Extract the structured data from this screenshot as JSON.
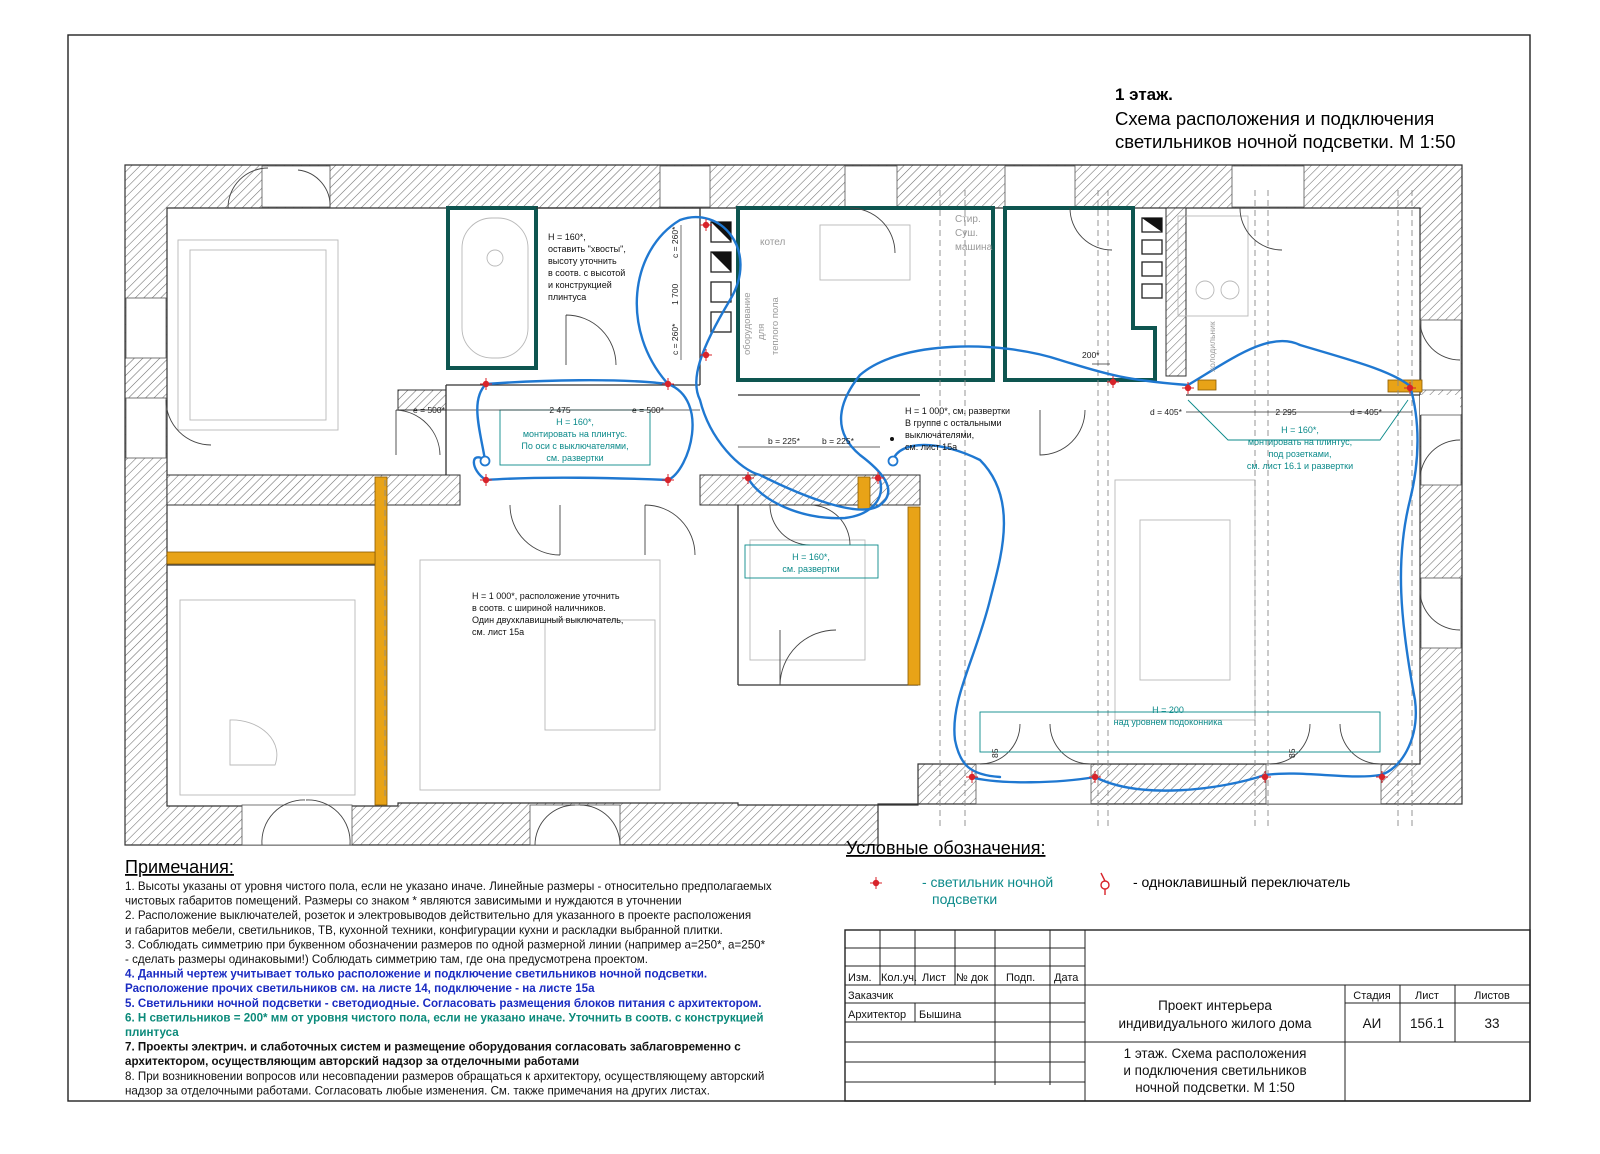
{
  "header": {
    "title_bold": "1 этаж.",
    "title_line1": "Схема расположения и подключения",
    "title_line2": "светильников ночной подсветки. М 1:50"
  },
  "plan_annotations": {
    "bath_note": [
      "H = 160*,",
      "оставить \"хвосты\",",
      "высоту уточнить",
      "в соотв. с высотой",
      "и конструкцией",
      "плинтуса"
    ],
    "corridor_note": [
      "H = 160*,",
      "монтировать на плинтус.",
      "По оси с выключателями,",
      "см. развертки"
    ],
    "hall_note": [
      "H = 1 000*, см. развертки",
      "В группе с остальными",
      "выключателями,",
      "см. лист 15а"
    ],
    "living_note": [
      "H = 160*,",
      "монтировать на плинтус,",
      "под розетками,",
      "см. лист 16.1 и развертки"
    ],
    "bedroom_note": [
      "H = 1 000*, расположение уточнить",
      "в соотв. с шириной наличников.",
      "Один двухклавишный выключатель,",
      "см. лист 15а"
    ],
    "wardrobe_note": [
      "H = 160*,",
      "см. развертки"
    ],
    "window_note": [
      "H = 200",
      "над уровнем подоконника"
    ],
    "dims": {
      "e1": "e = 500*",
      "d2475": "2 475",
      "e2": "e = 500*",
      "b1": "b = 225*",
      "b2": "b = 225*",
      "d1": "d = 405*",
      "d2295": "2 295",
      "d2": "d = 405*",
      "c1": "c = 260*",
      "v1700": "1 700",
      "c2": "c = 260*",
      "d200": "200*",
      "d85a": "85",
      "d85b": "85"
    },
    "room_labels": {
      "boiler": "котел",
      "floor_heat": [
        "оборудование",
        "для",
        "теплого пола"
      ],
      "laundry": [
        "Стир.",
        "Суш.",
        "машина"
      ],
      "fridge": "холодильник"
    }
  },
  "legend": {
    "title": "Условные обозначения:",
    "light_label": [
      "- светильник ночной",
      "подсветки"
    ],
    "switch_label": "- одноклавишный переключатель"
  },
  "notes": {
    "title": "Примечания:",
    "lines": [
      {
        "t": "1. Высоты указаны от уровня чистого пола, если не указано иначе. Линейные размеры - относительно предполагаемых",
        "s": "n"
      },
      {
        "t": "    чистовых габаритов помещений. Размеры со знаком * являются зависимыми и нуждаются в уточнении",
        "s": "n"
      },
      {
        "t": "2. Расположение выключателей, розеток и электровыводов действительно для указанного в проекте расположения",
        "s": "n"
      },
      {
        "t": "    и габаритов мебели, светильников, ТВ, кухонной техники, конфигурации кухни и раскладки выбранной плитки.",
        "s": "n"
      },
      {
        "t": "3. Соблюдать симметрию при буквенном обозначении размеров по одной размерной линии (например a=250*, a=250*",
        "s": "n"
      },
      {
        "t": "    - сделать размеры одинаковыми!) Соблюдать симметрию там, где она предусмотрена проектом.",
        "s": "n"
      },
      {
        "t": "4. Данный чертеж учитывает только расположение и подключение светильников ночной подсветки.",
        "s": "b"
      },
      {
        "t": "    Расположение прочих светильников см. на листе 14, подключение - на листе 15а",
        "s": "b"
      },
      {
        "t": "5. Светильники ночной подсветки - светодиодные. Согласовать размещения блоков питания с архитектором.",
        "s": "b"
      },
      {
        "t": "6. Н светильников = 200* мм от уровня чистого пола, если не указано иначе. Уточнить в соотв. с конструкцией",
        "s": "g"
      },
      {
        "t": "    плинтуса",
        "s": "g"
      },
      {
        "t": "7. Проекты электрич. и слаботочных систем и размещение оборудования согласовать заблаговременно с",
        "s": "k"
      },
      {
        "t": "    архитектором, осуществляющим авторский надзор за отделочными работами",
        "s": "k"
      },
      {
        "t": "8. При возникновении вопросов или несовпадении размеров обращаться к архитектору, осуществляющему авторский",
        "s": "n"
      },
      {
        "t": "    надзор за отделочными работами. Согласовать любые изменения. См. также примечания на других листах.",
        "s": "n"
      }
    ]
  },
  "title_block": {
    "col_headers": [
      "Изм.",
      "Кол.уч.",
      "Лист",
      "№ док",
      "Подп.",
      "Дата"
    ],
    "customer_label": "Заказчик",
    "architect_label": "Архитектор",
    "architect_name": "Бышина",
    "project_name": [
      "Проект интерьера",
      "индивидуального жилого дома"
    ],
    "stage_header": "Стадия",
    "sheet_header": "Лист",
    "sheets_header": "Листов",
    "stage": "АИ",
    "sheet": "15б.1",
    "sheets": "33",
    "drawing_name": [
      "1 этаж. Схема расположения",
      "и подключения светильников",
      "ночной подсветки. М 1:50"
    ]
  },
  "colors": {
    "wiring": "#1f78d1",
    "note_teal": "#0b8a8a",
    "accent_wall": "#e8a317",
    "teal_wall": "#0e5550",
    "red_marker": "#d8232a",
    "note_blue": "#1a2bc2"
  }
}
